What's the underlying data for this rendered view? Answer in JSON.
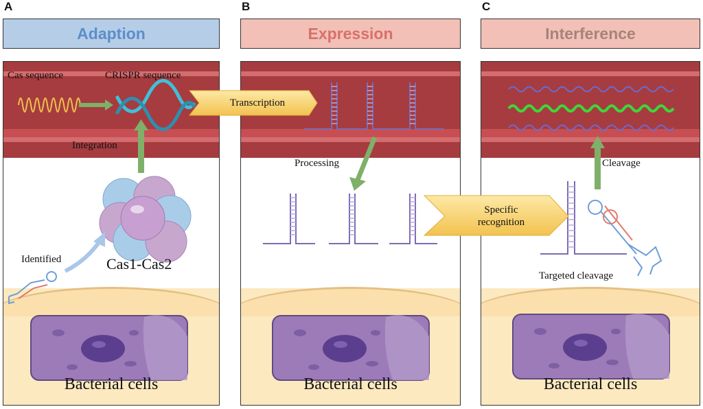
{
  "panels": [
    {
      "letter": "A",
      "title": "Adaption",
      "title_color": "#5b8fc9",
      "header_bg": "#b6cde8",
      "labels": {
        "cas_sequence": "Cas sequence",
        "crispr_sequence": "CRISPR sequence",
        "integration": "Integration",
        "identified": "Identified",
        "complex": "Cas1-Cas2"
      },
      "cells": "Bacterial cells"
    },
    {
      "letter": "B",
      "title": "Expression",
      "title_color": "#d9706a",
      "header_bg": "#f2c0b6",
      "labels": {
        "processing": "Processing"
      },
      "cells": "Bacterial cells"
    },
    {
      "letter": "C",
      "title": "Interference",
      "title_color": "#a7837a",
      "header_bg": "#f2c0b6",
      "labels": {
        "cleavage": "Cleavage",
        "targeted_cleavage": "Targeted cleavage"
      },
      "cells": "Bacterial cells"
    }
  ],
  "arrows": {
    "transcription": "Transcription",
    "specific_recognition_1": "Specific",
    "specific_recognition_2": "recognition"
  }
}
